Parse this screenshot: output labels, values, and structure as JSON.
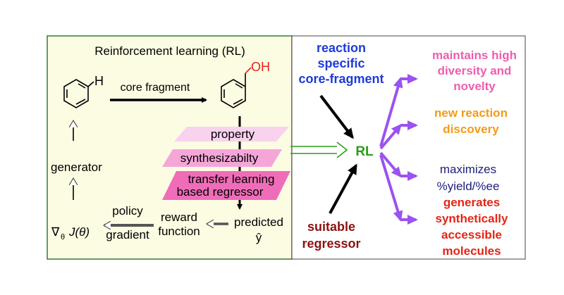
{
  "left_panel": {
    "title": "Reinforcement learning (RL)",
    "h_atom": "H",
    "oh_group": "OH",
    "core_fragment": "core fragment",
    "generator": "generator",
    "gradient_symbol": "∇",
    "gradient_sub": "θ",
    "objective": "J(θ)",
    "policy": "policy",
    "gradient": "gradient",
    "reward_line1": "reward",
    "reward_line2": "function",
    "predicted": "predicted",
    "y_hat": "ŷ",
    "layers": {
      "property": "property",
      "synthesizability": "synthesizabilty",
      "transfer_line1": "transfer learning",
      "transfer_line2": "based regressor"
    }
  },
  "right_panel": {
    "center": "RL",
    "input_top": [
      "reaction",
      "specific",
      "core-fragment"
    ],
    "input_bottom": [
      "suitable",
      "regressor"
    ],
    "outputs": {
      "diversity": [
        "maintains high",
        "diversity and",
        "novelty"
      ],
      "discovery": [
        "new reaction",
        "discovery"
      ],
      "yield": [
        "maximizes",
        "%yield/%ee"
      ],
      "synthetic": [
        "generates",
        "synthetically",
        "accessible",
        "molecules"
      ]
    }
  },
  "colors": {
    "panel_bg": "#fcfce3",
    "panel_border": "#2e7d32",
    "green": "#2a9d1a",
    "blue": "#1f3ad8",
    "maroon": "#8b1111",
    "pink": "#ee5db0",
    "orange": "#f39b17",
    "navy": "#1b1f7a",
    "red": "#e42515",
    "purple": "#9b52f0",
    "oh_red": "#e8231a"
  }
}
